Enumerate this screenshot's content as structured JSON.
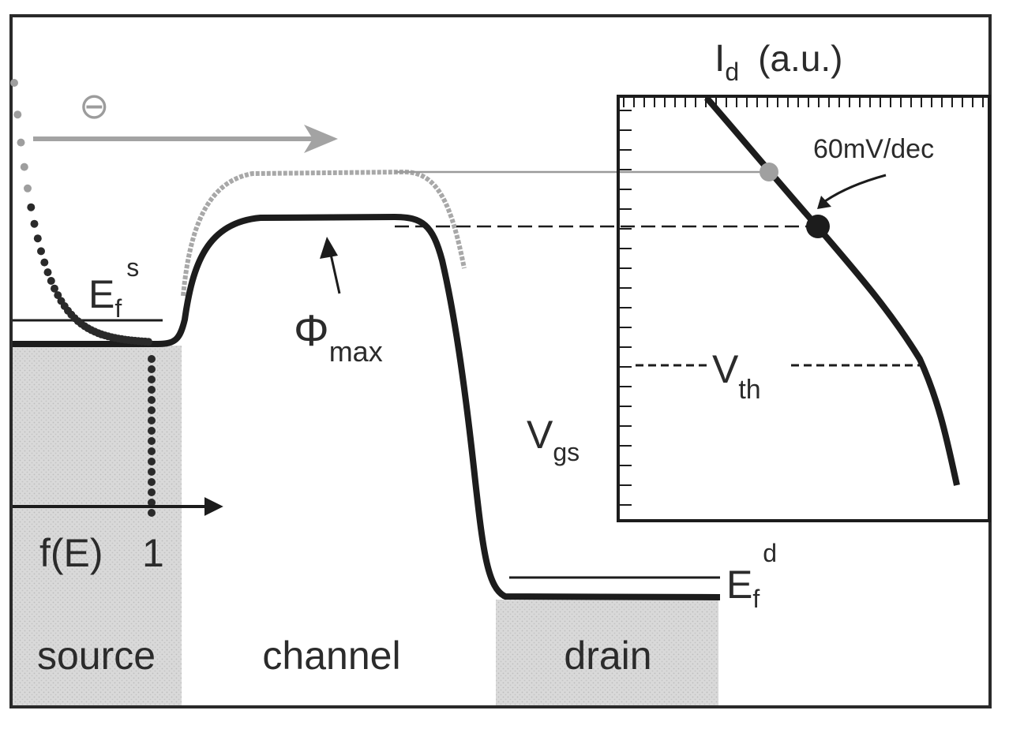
{
  "labels": {
    "source": "source",
    "channel": "channel",
    "drain": "drain",
    "fermi_source_base": "E",
    "fermi_source_sub": "f",
    "fermi_source_sup": "s",
    "fermi_drain_base": "E",
    "fermi_drain_sub": "f",
    "fermi_drain_sup": "d",
    "phi_base": "Φ",
    "phi_sub": "max",
    "distribution_axis": "f(E)",
    "distribution_tick": "1",
    "electron_symbol": "⊖",
    "inset_y_base": "I",
    "inset_y_sub": "d",
    "inset_y_unit": "(a.u.)",
    "inset_x_base": "V",
    "inset_x_sub": "gs",
    "vth_base": "V",
    "vth_sub": "th",
    "slope_annotation": "60mV/dec"
  },
  "colors": {
    "ink": "#1c1c1c",
    "gray_curve": "#a6a6a6",
    "contact_fill": "#d6d6d6",
    "frame": "#2a2a2a"
  }
}
